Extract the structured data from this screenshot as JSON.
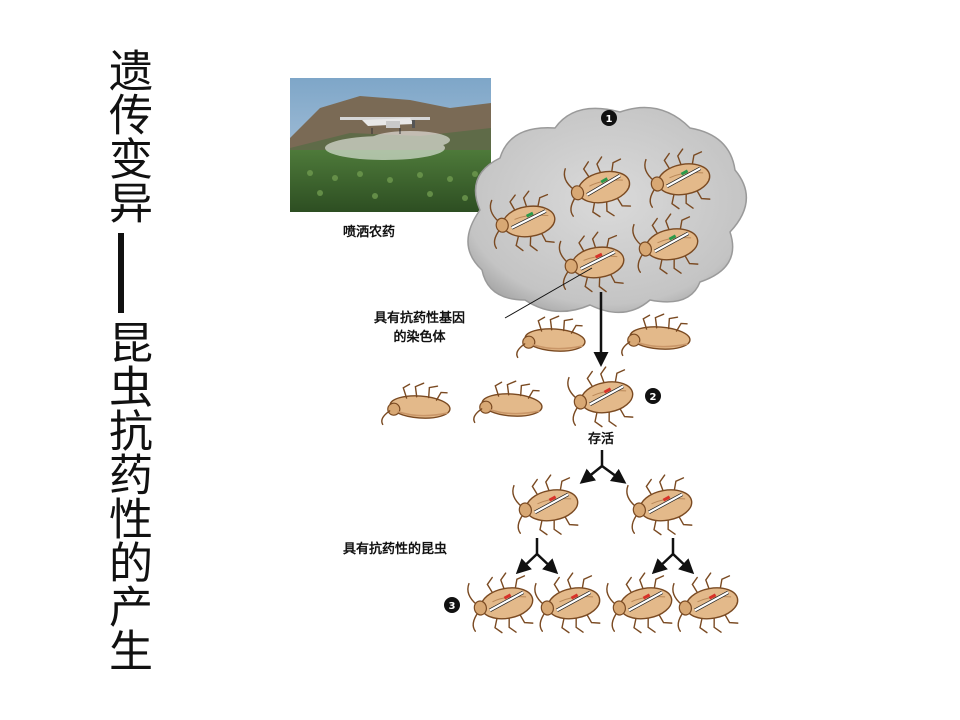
{
  "title": {
    "part1": "遗传变异",
    "part2": "昆虫抗药性的产生"
  },
  "labels": {
    "spray": "喷洒农药",
    "chromosome_line1": "具有抗药性基因",
    "chromosome_line2": "的染色体",
    "survive": "存活",
    "resistant": "具有抗药性的昆虫"
  },
  "steps": [
    "1",
    "2",
    "3"
  ],
  "colors": {
    "insect_body": "#e3b98a",
    "insect_outline": "#7a4a22",
    "cloud": "#cfcfcf",
    "gene_red": "#d8322a",
    "gene_green": "#2a9a4a"
  }
}
